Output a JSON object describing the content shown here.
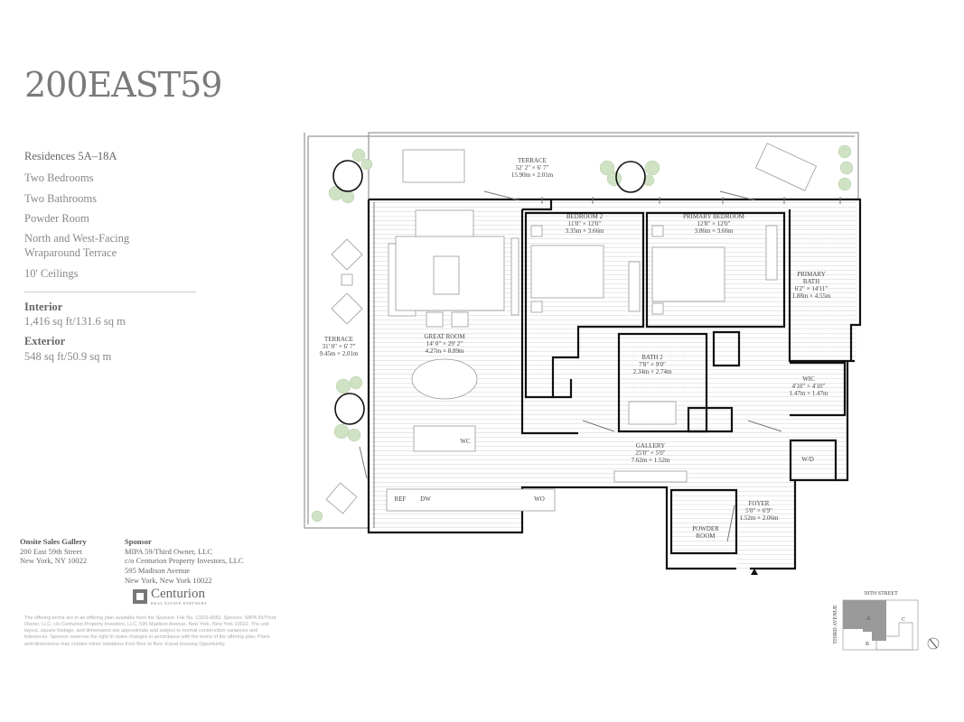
{
  "brand": {
    "logo": "200EAST59"
  },
  "info": {
    "residences": "Residences 5A–18A",
    "features": [
      "Two Bedrooms",
      "Two Bathrooms",
      "Powder Room",
      "North and West-Facing",
      "Wraparound Terrace",
      "10' Ceilings"
    ],
    "interior_label": "Interior",
    "interior_value": "1,416 sq ft/131.6 sq m",
    "exterior_label": "Exterior",
    "exterior_value": "548 sq ft/50.9 sq m"
  },
  "sales": {
    "title": "Onsite Sales Gallery",
    "line1": "200 East 59th Street",
    "line2": "New York, NY 10022"
  },
  "sponsor": {
    "title": "Sponsor",
    "line1": "MIPA 59/Third Owner, LLC",
    "line2": "c/o Centurion Property Investors, LLC",
    "line3": "595 Madison Avenue",
    "line4": "New York, New York 10022"
  },
  "centurion": {
    "name": "Centurion",
    "sub": "REAL ESTATE PARTNERS"
  },
  "legal": "The offering terms are in an offering plan available from the Sponsor. File No. CD16-0082. Sponsor: MIPA 59/Third Owner, LLC, c/o Centurion Property Investors, LLC, 595 Madison Avenue, New York, New York 10022. The unit layout, square footage, and dimensions are approximate and subject to normal construction variances and tolerances. Sponsor reserves the right to make changes in accordance with the terms of the offering plan. Plans and dimensions may contain minor variations from floor to floor. Equal Housing Opportunity.",
  "plan": {
    "rooms": {
      "terrace_top": {
        "name": "TERRACE",
        "imperial": "52' 2\" × 6' 7\"",
        "metric": "15.90m × 2.01m"
      },
      "terrace_left": {
        "name": "TERRACE",
        "imperial": "31' 0\" × 6' 7\"",
        "metric": "9.45m × 2.01m"
      },
      "bedroom2": {
        "name": "BEDROOM 2",
        "imperial": "11'0\" × 12'0\"",
        "metric": "3.35m × 3.66m"
      },
      "primary_bedroom": {
        "name": "PRIMARY BEDROOM",
        "imperial": "12'8\" × 12'0\"",
        "metric": "3.86m × 3.66m"
      },
      "primary_bath": {
        "name": "PRIMARY",
        "name2": "BATH",
        "imperial": "6'2\" × 14'11\"",
        "metric": "1.88m × 4.55m"
      },
      "great_room": {
        "name": "GREAT ROOM",
        "imperial": "14' 0\" × 29' 2\"",
        "metric": "4.27m × 8.89m"
      },
      "bath2": {
        "name": "BATH 2",
        "imperial": "7'8\" × 9'0\"",
        "metric": "2.34m × 2.74m"
      },
      "wic": {
        "name": "WIC",
        "imperial": "4'10\" × 4'10\"",
        "metric": "1.47m × 1.47m"
      },
      "gallery": {
        "name": "GALLERY",
        "imperial": "25'0\" × 5'0\"",
        "metric": "7.62m × 1.52m"
      },
      "foyer": {
        "name": "FOYER",
        "imperial": "5'0\" × 6'9\"",
        "metric": "1.52m × 2.06m"
      },
      "powder": {
        "name": "POWDER",
        "name2": "ROOM"
      }
    },
    "appliances": {
      "ref": "REF",
      "dw": "DW",
      "wo": "WO",
      "wc": "WC",
      "wd": "W/D"
    }
  },
  "keymap": {
    "street": "59TH STREET",
    "avenue": "THIRD AVENUE",
    "a": "A",
    "b": "B",
    "c": "C",
    "highlight": "#9a9a9a"
  },
  "colors": {
    "wall": "#111111",
    "tree": "#cfe2c4",
    "floor_lines": "#e2e2e2"
  }
}
